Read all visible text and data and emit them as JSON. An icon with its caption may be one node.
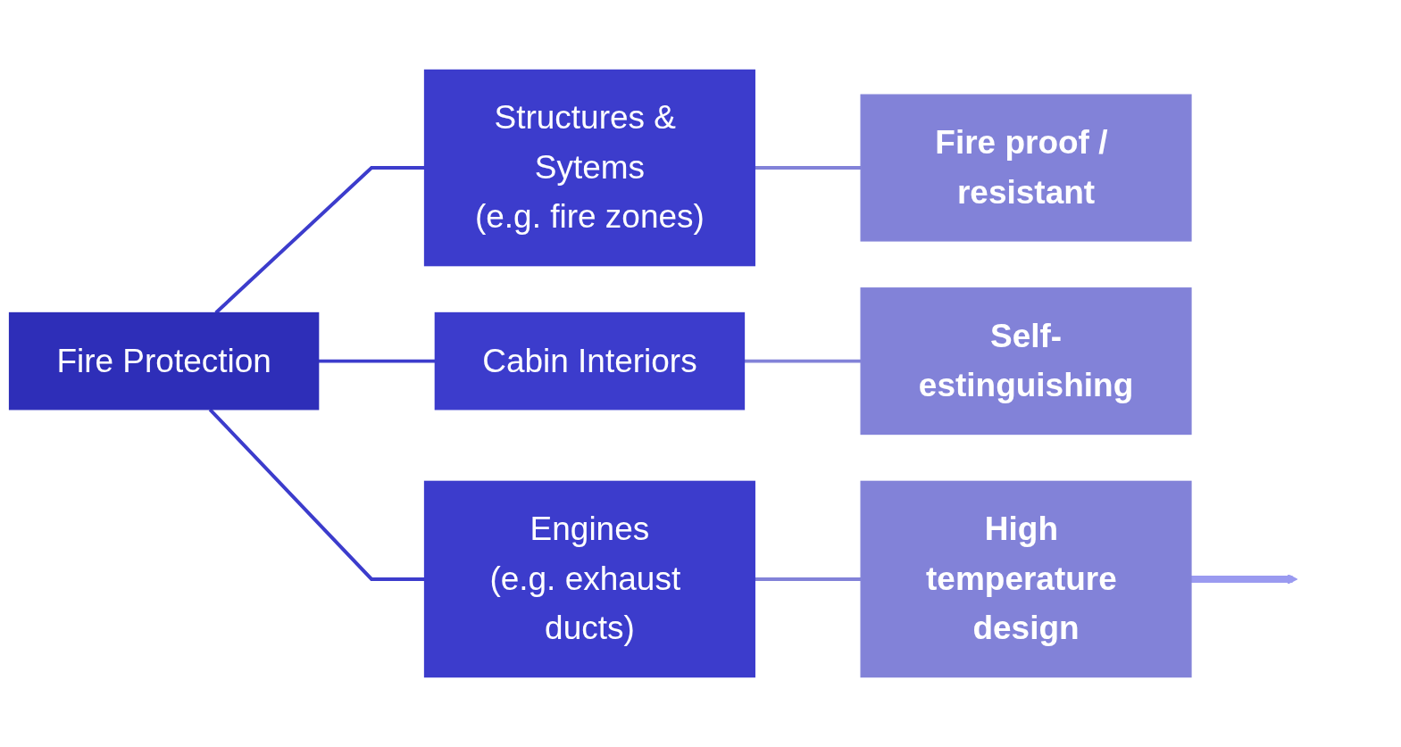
{
  "diagram": {
    "nodes": [
      {
        "text": [
          "Fire Protection"
        ]
      },
      {
        "text": [
          "Structures & Sytems",
          "(e.g. fire zones)"
        ]
      },
      {
        "text": [
          "Cabin Interiors"
        ]
      },
      {
        "text": [
          "Engines",
          "(e.g. exhaust ducts)"
        ]
      },
      {
        "text": [
          "Fire proof / resistant"
        ]
      },
      {
        "text": [
          "Self-estinguishing"
        ]
      },
      {
        "text": [
          "High temperature design"
        ]
      }
    ],
    "edges": [
      {
        "from": 0,
        "to": 1,
        "arrow": "none",
        "color": "#3c3ccc"
      },
      {
        "from": 0,
        "to": 2,
        "arrow": "none",
        "color": "#3c3ccc"
      },
      {
        "from": 0,
        "to": 3,
        "arrow": "none",
        "color": "#3c3ccc"
      },
      {
        "from": 1,
        "to": 4,
        "arrow": "none",
        "color": "#8282d8"
      },
      {
        "from": 2,
        "to": 5,
        "arrow": "none",
        "color": "#8282d8"
      },
      {
        "from": 3,
        "to": 6,
        "arrow": "none",
        "color": "#8282d8"
      },
      {
        "from": 6,
        "to": null,
        "arrow": "to",
        "style": "thick",
        "color": "#9a9af0"
      }
    ]
  }
}
